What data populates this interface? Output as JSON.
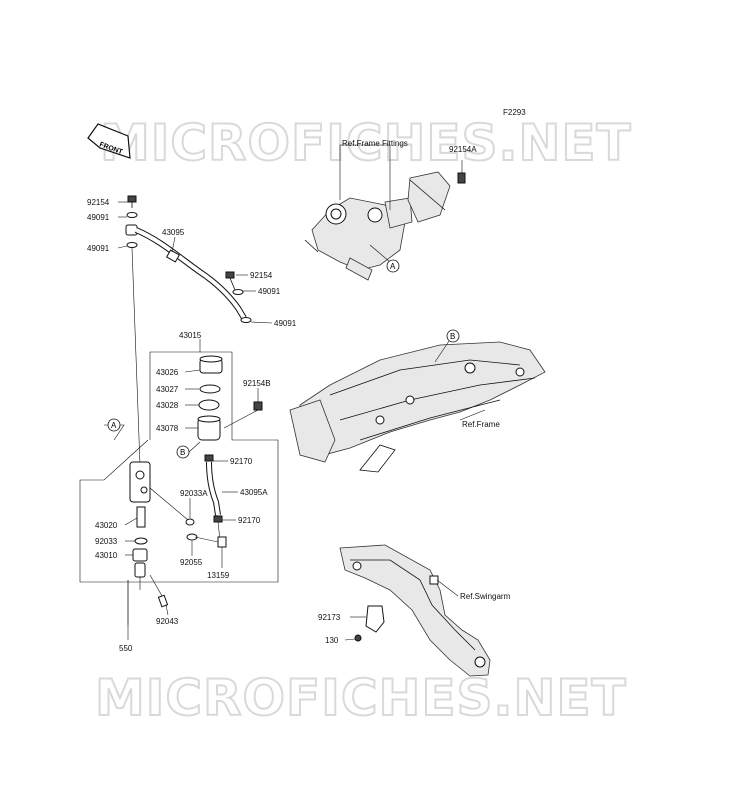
{
  "figure_code": "F2293",
  "watermark_text": "MICROFICHES.NET",
  "front_label": "FRONT",
  "refs": {
    "frame_fittings": "Ref.Frame Fittings",
    "frame": "Ref.Frame",
    "swingarm": "Ref.Swingarm"
  },
  "callouts": {
    "A": "A",
    "B": "B"
  },
  "parts": [
    "92154",
    "49091",
    "49091",
    "43095",
    "92154",
    "49091",
    "49091",
    "43015",
    "43026",
    "43027",
    "43028",
    "43078",
    "92154B",
    "92170",
    "92033A",
    "43095A",
    "92170",
    "43020",
    "92033",
    "43010",
    "92055",
    "13159",
    "92043",
    "550",
    "92154A",
    "92173",
    "130"
  ]
}
